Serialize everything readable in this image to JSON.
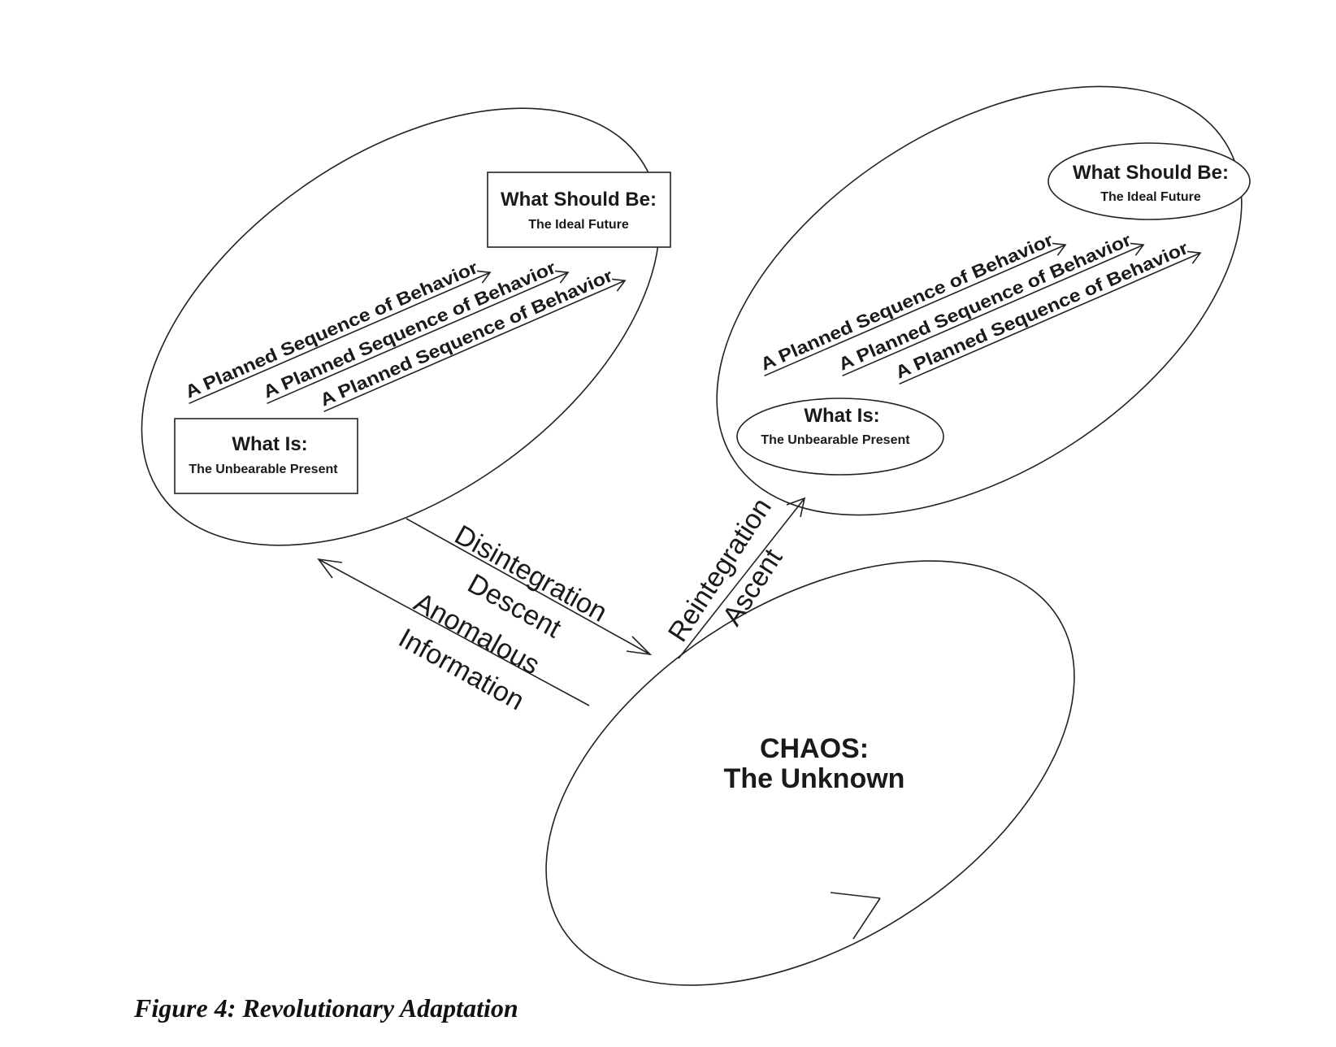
{
  "figure": {
    "caption": "Figure 4: Revolutionary Adaptation"
  },
  "left_state": {
    "goal": {
      "title": "What Should Be:",
      "subtitle": "The Ideal Future"
    },
    "present": {
      "title": "What Is:",
      "subtitle": "The Unbearable Present"
    },
    "sequences": [
      "A Planned Sequence of Behavior",
      "A Planned Sequence of Behavior",
      "A Planned Sequence of Behavior"
    ]
  },
  "right_state": {
    "goal": {
      "title": "What Should Be:",
      "subtitle": "The Ideal Future"
    },
    "present": {
      "title": "What Is:",
      "subtitle": "The Unbearable Present"
    },
    "sequences": [
      "A Planned Sequence of Behavior",
      "A Planned Sequence of Behavior",
      "A Planned Sequence of Behavior"
    ]
  },
  "transitions": {
    "descent": [
      "Disintegration",
      "Descent"
    ],
    "anomaly": [
      "Anomalous",
      "Information"
    ],
    "ascent": [
      "Reintegration",
      "Ascent"
    ]
  },
  "chaos": {
    "title": "CHAOS:",
    "subtitle": "The Unknown"
  }
}
